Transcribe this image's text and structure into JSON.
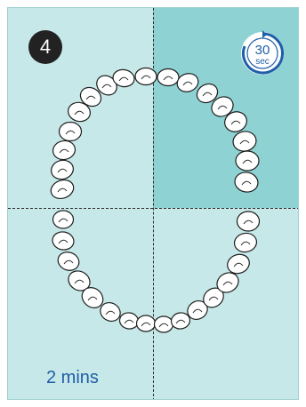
{
  "step": {
    "number": "4"
  },
  "timer": {
    "value": "30",
    "unit": "sec",
    "icon": "timer-icon"
  },
  "duration": {
    "label": "2 mins"
  },
  "active_quadrant": "upper-right",
  "colors": {
    "background": "#c7e8e8",
    "active_quadrant": "#8fd2d3",
    "timer_accent": "#1f5fa8",
    "duration_text": "#1f5fa8"
  }
}
